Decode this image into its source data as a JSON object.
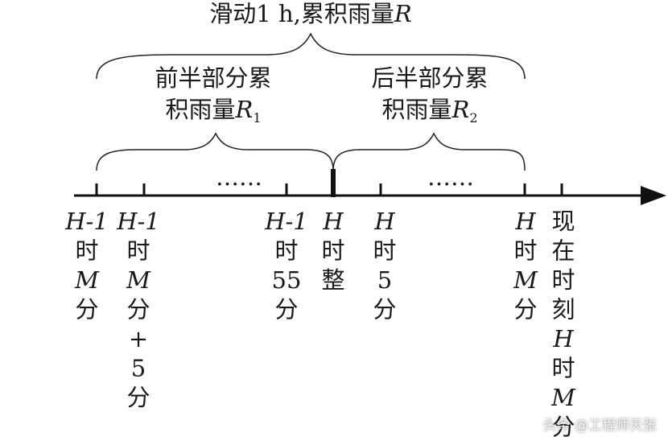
{
  "diagram": {
    "top_label": {
      "prefix": "滑动1 h,累积雨量",
      "var": "R"
    },
    "front_label": {
      "line1": "前半部分累",
      "line2_prefix": "积雨量",
      "var": "R",
      "sub": "1"
    },
    "back_label": {
      "line1": "后半部分累",
      "line2_prefix": "积雨量",
      "var": "R",
      "sub": "2"
    },
    "dots": "……",
    "ticks": [
      {
        "lines": [
          {
            "t": "H-1",
            "i": true
          },
          {
            "t": "时",
            "i": false
          },
          {
            "t": "M",
            "i": true
          },
          {
            "t": "分",
            "i": false
          }
        ]
      },
      {
        "lines": [
          {
            "t": "H-1",
            "i": true
          },
          {
            "t": "时",
            "i": false
          },
          {
            "t": "M",
            "i": true
          },
          {
            "t": "分",
            "i": false
          },
          {
            "t": "+",
            "i": false
          },
          {
            "t": "5",
            "i": false
          },
          {
            "t": "分",
            "i": false
          }
        ]
      },
      {
        "lines": [
          {
            "t": "H-1",
            "i": true
          },
          {
            "t": "时",
            "i": false
          },
          {
            "t": "55",
            "i": false
          },
          {
            "t": "分",
            "i": false
          }
        ]
      },
      {
        "lines": [
          {
            "t": "H",
            "i": true
          },
          {
            "t": "时",
            "i": false
          },
          {
            "t": "整",
            "i": false
          }
        ]
      },
      {
        "lines": [
          {
            "t": "H",
            "i": true
          },
          {
            "t": "时",
            "i": false
          },
          {
            "t": "5",
            "i": false
          },
          {
            "t": "分",
            "i": false
          }
        ]
      },
      {
        "lines": [
          {
            "t": "H",
            "i": true
          },
          {
            "t": "时",
            "i": false
          },
          {
            "t": "M",
            "i": true
          },
          {
            "t": "分",
            "i": false
          }
        ]
      },
      {
        "lines": [
          {
            "t": "现",
            "i": false
          },
          {
            "t": "在",
            "i": false
          },
          {
            "t": "时",
            "i": false
          },
          {
            "t": "刻",
            "i": false
          },
          {
            "t": "H",
            "i": true
          },
          {
            "t": "时",
            "i": false
          },
          {
            "t": "M",
            "i": true
          },
          {
            "t": "分",
            "i": false
          }
        ]
      }
    ]
  },
  "watermark": "头条 @工程师天张"
}
